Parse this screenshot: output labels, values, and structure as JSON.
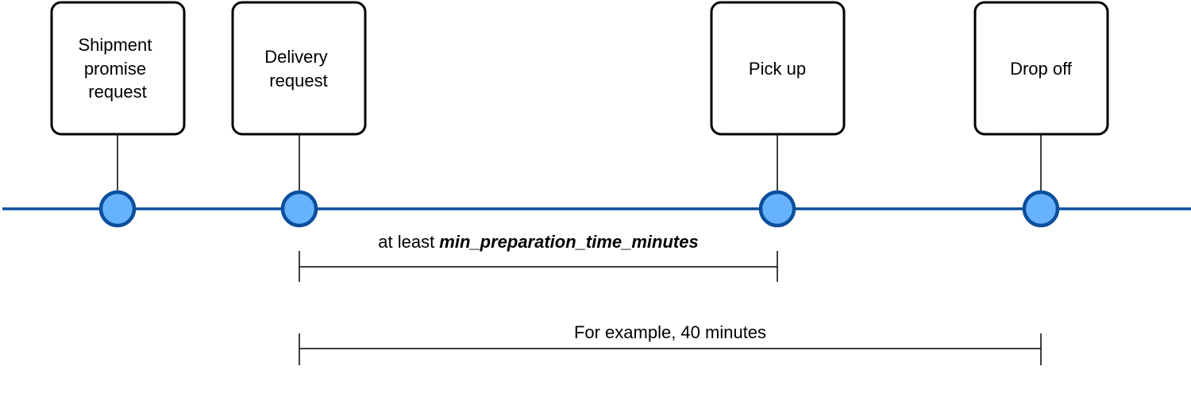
{
  "colors": {
    "timeline": "#0b4f9c",
    "milestone_fill": "#66b2ff",
    "milestone_stroke": "#0b4f9c"
  },
  "events": [
    {
      "lines": [
        "Shipment",
        "promise",
        "request"
      ]
    },
    {
      "lines": [
        "Delivery",
        "request"
      ]
    },
    {
      "lines": [
        "Pick up"
      ]
    },
    {
      "lines": [
        "Drop off"
      ]
    }
  ],
  "spans": {
    "preparation": {
      "prefix": "at least ",
      "emphasis": "min_preparation_time_minutes"
    },
    "example": {
      "text": "For example, 40 minutes"
    }
  }
}
